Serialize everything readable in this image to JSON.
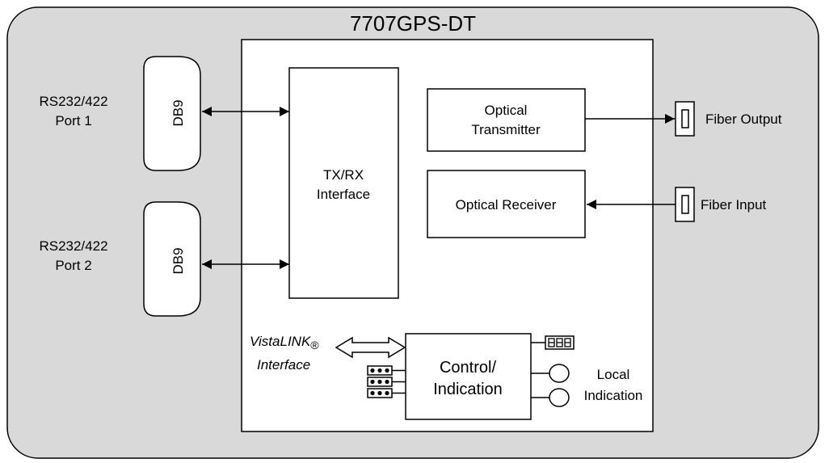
{
  "title": "7707GPS-DT",
  "ports": [
    {
      "line1": "RS232/422",
      "line2": "Port 1",
      "connector": "DB9"
    },
    {
      "line1": "RS232/422",
      "line2": "Port 2",
      "connector": "DB9"
    }
  ],
  "blocks": {
    "txrx_line1": "TX/RX",
    "txrx_line2": "Interface",
    "transmitter_line1": "Optical",
    "transmitter_line2": "Transmitter",
    "receiver": "Optical Receiver",
    "control_line1": "Control/",
    "control_line2": "Indication"
  },
  "fiber": {
    "output": "Fiber Output",
    "input": "Fiber Input"
  },
  "vistalink": {
    "line1": "VistaLINK",
    "registered": "®",
    "line2": "Interface"
  },
  "local_indication": {
    "line1": "Local",
    "line2": "Indication"
  },
  "colors": {
    "outer_fill": "#d9d9d9",
    "inner_fill": "#ffffff",
    "stroke": "#000000"
  }
}
